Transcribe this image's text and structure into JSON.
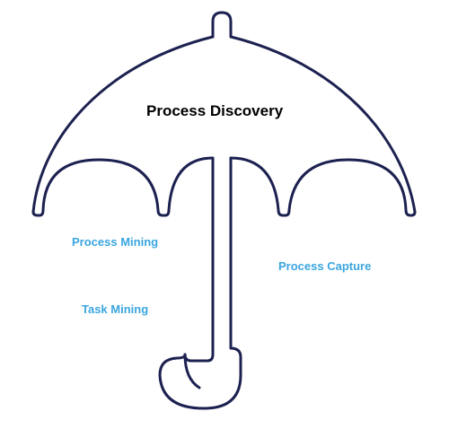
{
  "diagram": {
    "title": "Process Discovery",
    "labels": {
      "process_mining": "Process Mining",
      "process_capture": "Process Capture",
      "task_mining": "Task Mining"
    }
  },
  "colors": {
    "outline": "#1c2150",
    "title_text": "#000000",
    "label_text": "#3aa6df",
    "background": "#ffffff"
  }
}
